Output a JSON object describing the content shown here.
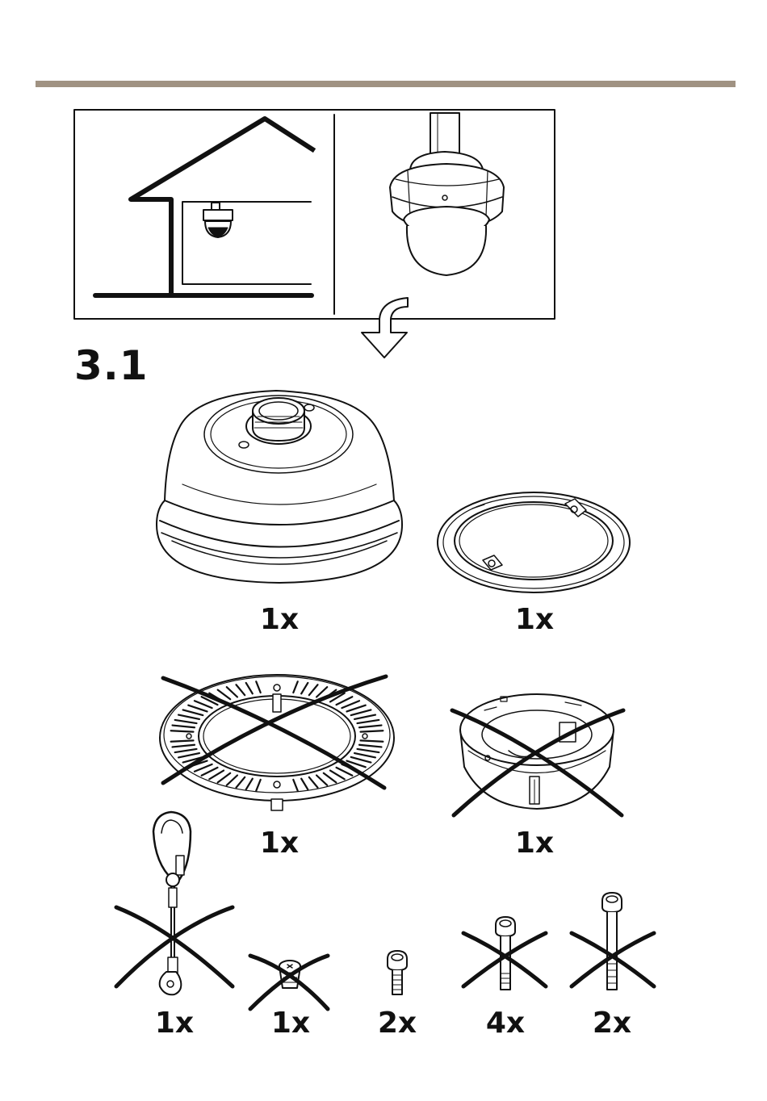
{
  "page": {
    "accent_color": "#a09282",
    "step_number": "3.1"
  },
  "scenario": {
    "left_panel_icon": "indoor-ceiling-mount-icon",
    "right_panel_icon": "pendant-dome-camera-icon",
    "arrow_icon": "curved-down-arrow-icon"
  },
  "parts": [
    {
      "name": "pendant-housing",
      "qty": "1x",
      "excluded": false
    },
    {
      "name": "decorative-ring",
      "qty": "1x",
      "excluded": false
    },
    {
      "name": "sun-shield-ring",
      "qty": "1x",
      "excluded": true
    },
    {
      "name": "mounting-bracket",
      "qty": "1x",
      "excluded": true
    },
    {
      "name": "safety-wire-carabiner",
      "qty": "1x",
      "excluded": true
    },
    {
      "name": "short-set-screw",
      "qty": "1x",
      "excluded": true
    },
    {
      "name": "short-screw",
      "qty": "2x",
      "excluded": false
    },
    {
      "name": "medium-screw",
      "qty": "4x",
      "excluded": true
    },
    {
      "name": "long-screw",
      "qty": "2x",
      "excluded": true
    }
  ]
}
